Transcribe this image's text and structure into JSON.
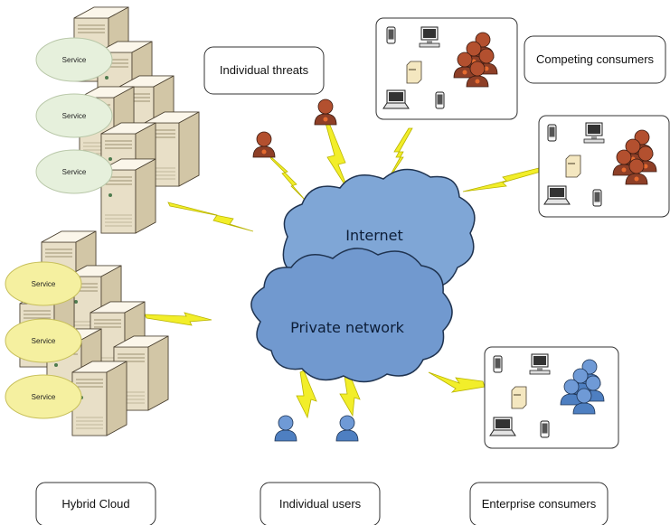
{
  "labels": {
    "individual_threats": "Individual threats",
    "competing_consumers": "Competing consumers",
    "hybrid_cloud": "Hybrid Cloud",
    "individual_users": "Individual users",
    "enterprise_consumers": "Enterprise consumers"
  },
  "clouds": {
    "internet": "Internet",
    "private_network": "Private network"
  },
  "services": {
    "top": [
      "Service",
      "Service",
      "Service"
    ],
    "bottom": [
      "Service",
      "Service",
      "Service"
    ]
  },
  "colors": {
    "cloud_fill": "#7fa6d6",
    "cloud_stroke": "#1f3350",
    "bolt": "#f2ee2a",
    "service_green": "#e6f0dc",
    "service_yellow": "#f5f0a0",
    "server": "#eae2cf",
    "threat_person": "#b3502f",
    "user_person": "#6f9ad6"
  },
  "icons": [
    "server-rack-icon",
    "service-bubble-icon",
    "cloud-icon",
    "lightning-bolt-icon",
    "person-icon",
    "laptop-icon",
    "desktop-icon",
    "phone-icon",
    "tower-pc-icon"
  ]
}
